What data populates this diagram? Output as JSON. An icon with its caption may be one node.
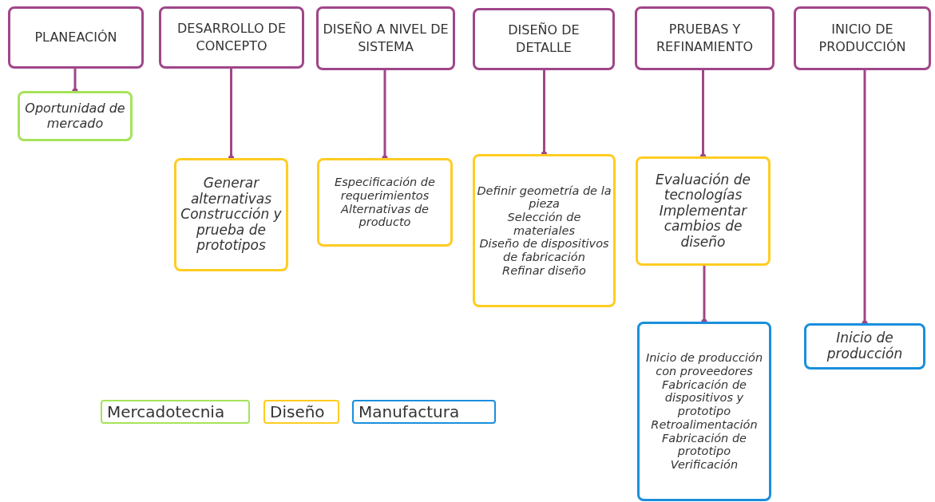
{
  "diagram": {
    "nodes": [
      {
        "text": [
          "PLANEACIÓN"
        ]
      },
      {
        "text": [
          "DESARROLLO DE CONCEPTO"
        ]
      },
      {
        "text": [
          "DISEÑO A NIVEL DE SISTEMA"
        ]
      },
      {
        "text": [
          "DISEÑO DE DETALLE"
        ]
      },
      {
        "text": [
          "PRUEBAS Y REFINAMIENTO"
        ]
      },
      {
        "text": [
          "INICIO DE PRODUCCIÓN"
        ]
      },
      {
        "text": [
          "Oportunidad de mercado"
        ]
      },
      {
        "text": [
          "Generar alternativas",
          "Construcción y prueba de prototipos"
        ]
      },
      {
        "text": [
          "Especificación de requerimientos",
          "Alternativas de producto"
        ]
      },
      {
        "text": [
          "Definir geometría de la pieza",
          "Selección de materiales",
          "Diseño de dispositivos de fabricación",
          "Refinar diseño"
        ]
      },
      {
        "text": [
          "Evaluación de tecnologías",
          "Implementar cambios de diseño"
        ]
      },
      {
        "text": [
          "Inicio de producción con proveedores",
          "Fabricación de dispositivos y prototipo",
          "Retroalimentación",
          "Fabricación de prototipo",
          "Verificación"
        ]
      },
      {
        "text": [
          "Inicio de producción"
        ]
      }
    ],
    "edges": [
      {
        "from": 0,
        "to": 6,
        "arrow": "other"
      },
      {
        "from": 1,
        "to": 7,
        "arrow": "other"
      },
      {
        "from": 2,
        "to": 8,
        "arrow": "other"
      },
      {
        "from": 3,
        "to": 9,
        "arrow": "other"
      },
      {
        "from": 4,
        "to": 10,
        "arrow": "other"
      },
      {
        "from": 10,
        "to": 11,
        "arrow": "other"
      },
      {
        "from": 5,
        "to": 12,
        "arrow": "other"
      }
    ],
    "legend": [
      {
        "text": "Mercadotecnia",
        "color": "#a6e35a"
      },
      {
        "text": "Diseño",
        "color": "#ffcc22"
      },
      {
        "text": "Manufactura",
        "color": "#1a8fdc"
      }
    ]
  }
}
